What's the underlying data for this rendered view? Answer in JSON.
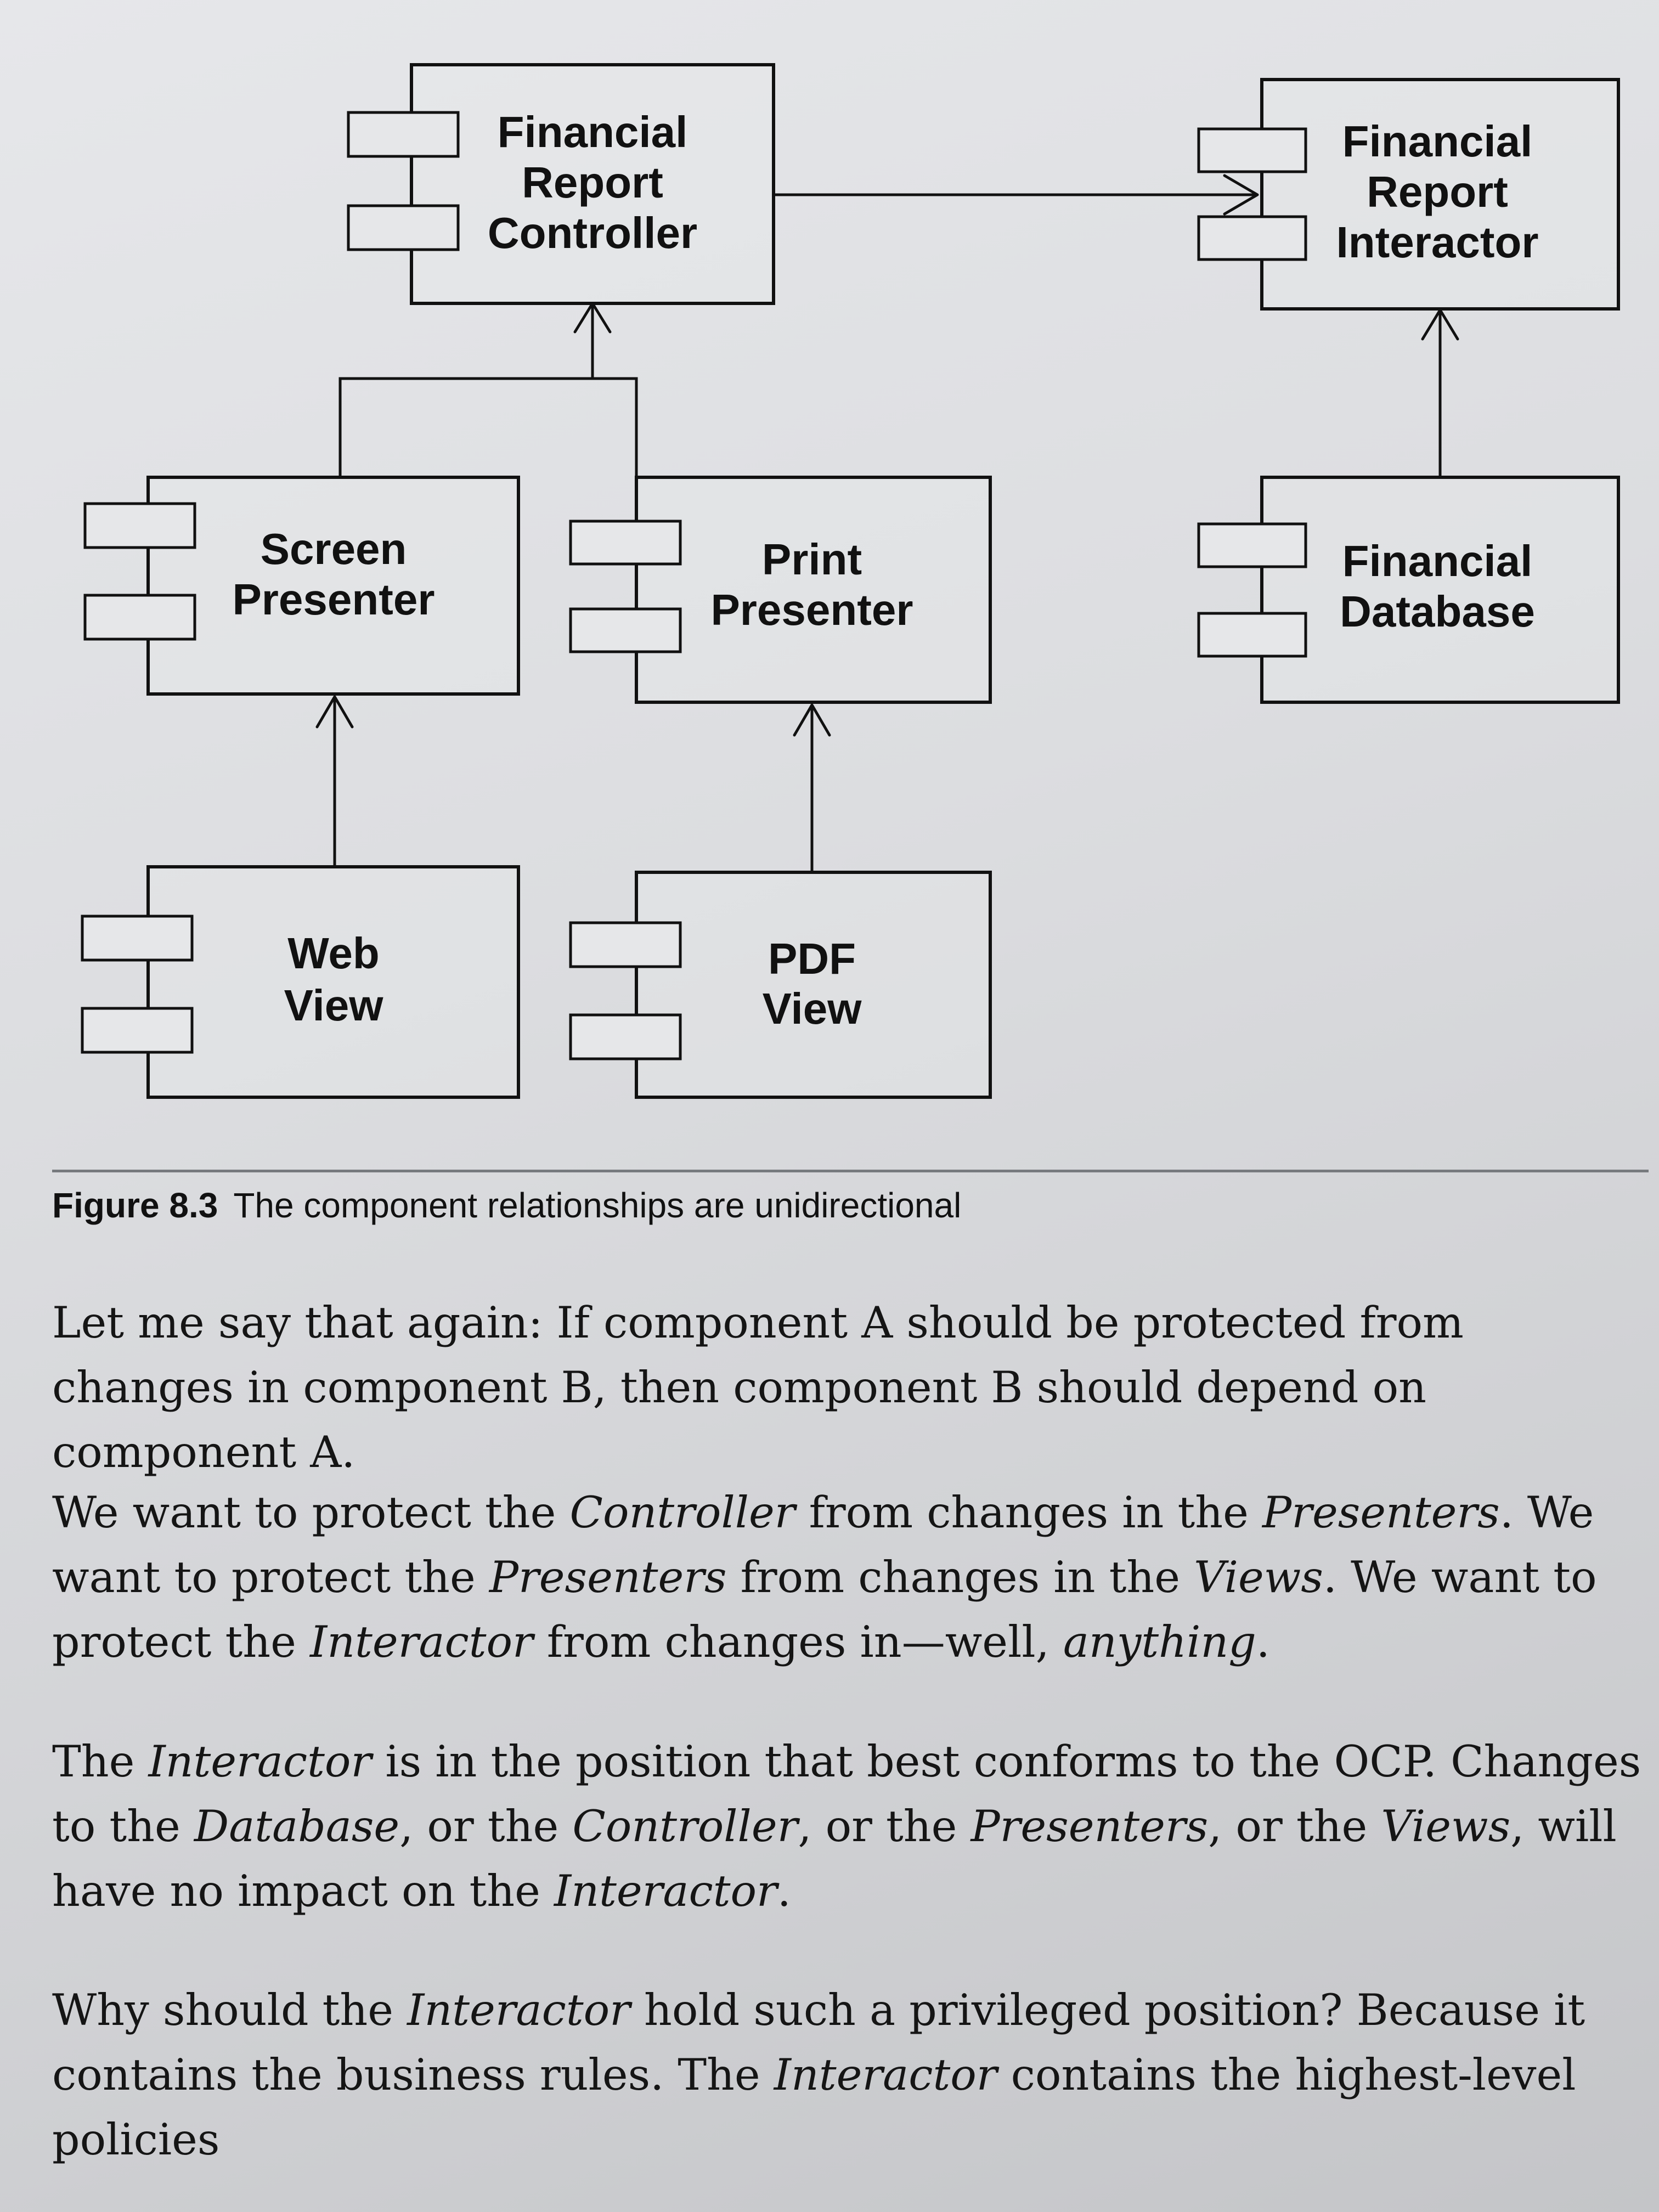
{
  "figure": {
    "components": {
      "controller": [
        "Financial",
        "Report",
        "Controller"
      ],
      "interactor": [
        "Financial",
        "Report",
        "Interactor"
      ],
      "screen_presenter": [
        "Screen",
        "Presenter"
      ],
      "print_presenter": [
        "Print",
        "Presenter"
      ],
      "database": [
        "Financial",
        "Database"
      ],
      "web_view": [
        "Web",
        "View"
      ],
      "pdf_view": [
        "PDF",
        "View"
      ]
    },
    "caption_number": "Figure 8.3",
    "caption_text": "The component relationships are unidirectional"
  },
  "paragraphs": {
    "p1": {
      "a": "Let me say that again: If component A should be protected from changes in component B, then component B should depend on component A."
    },
    "p2": {
      "a": "We want to protect the ",
      "b": "Controller",
      "c": " from changes in the ",
      "d": "Presenters",
      "e": ". We want to protect the ",
      "f": "Presenters",
      "g": " from changes in the ",
      "h": "Views",
      "i": ". We want to protect the ",
      "j": "Interactor",
      "k": " from changes in—well, ",
      "l": "anything",
      "m": "."
    },
    "p3": {
      "a": "The ",
      "b": "Interactor",
      "c": " is in the position that best conforms to the OCP. Changes to the ",
      "d": "Database",
      "e": ", or the ",
      "f": "Controller",
      "g": ", or the ",
      "h": "Presenters",
      "i": ", or the ",
      "j": "Views",
      "k": ", will have no impact on the ",
      "l": "Interactor",
      "m": "."
    },
    "p4": {
      "a": "Why should the ",
      "b": "Interactor",
      "c": " hold such a privileged position? Because it contains the business rules. The ",
      "d": "Interactor",
      "e": " contains the highest-level policies"
    }
  }
}
